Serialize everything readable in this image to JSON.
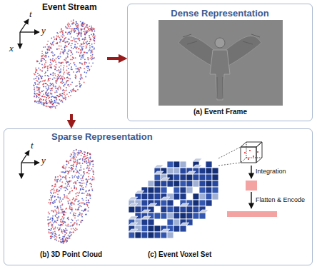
{
  "diagram": {
    "nodes": [
      {
        "text": [
          "Event Stream"
        ]
      },
      {
        "text": [
          "Dense Representation"
        ]
      },
      {
        "text": [
          "Sparse Representation"
        ]
      }
    ],
    "edges": [
      {
        "from": 0,
        "to": 1,
        "arrow": "to"
      },
      {
        "from": 0,
        "to": 2,
        "arrow": "to"
      }
    ],
    "labels": [
      "t",
      "x",
      "y",
      "(a) Event Frame",
      "t",
      "y",
      "(b) 3D Point Cloud",
      "(c) Event Voxel Set",
      "Integration",
      "Flatten & Encode"
    ]
  }
}
